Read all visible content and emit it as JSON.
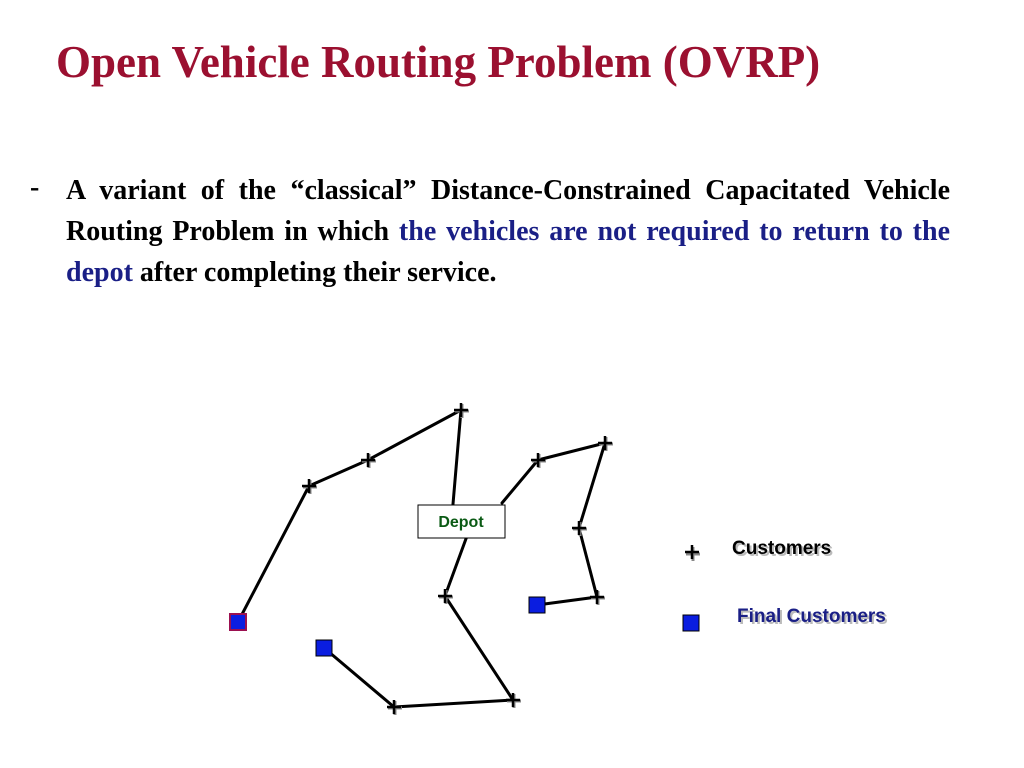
{
  "slide": {
    "title": "Open Vehicle Routing Problem (OVRP)",
    "bullet_marker": "-",
    "bullet": {
      "part1": "A variant of the “classical” Distance-Constrained Capacitated Vehicle Routing Problem in which ",
      "highlight": "the vehicles are not required to return to the depot",
      "part2": " after completing their service."
    }
  },
  "colors": {
    "title": "#9b1030",
    "highlight": "#1a1f86",
    "final_customer": "#0a1de0",
    "depot_label": "#0a5a14"
  },
  "diagram": {
    "depot_label": "Depot",
    "legend": {
      "customers": "Customers",
      "final_customers": "Final Customers"
    }
  }
}
